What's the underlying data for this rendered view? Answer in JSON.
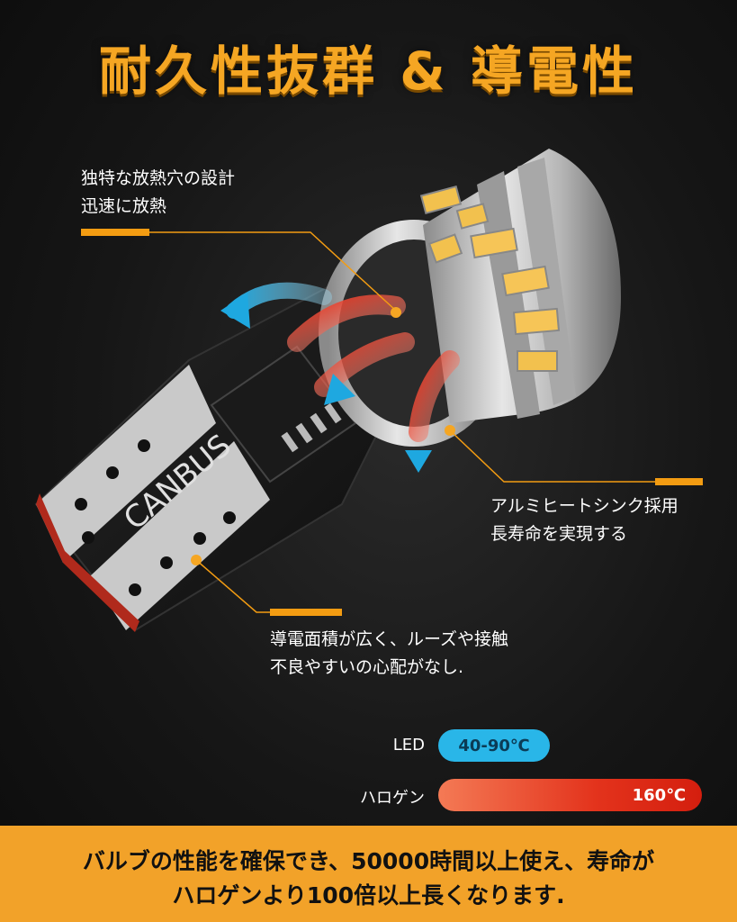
{
  "title": "耐久性抜群 & 導電性",
  "callouts": {
    "heat_holes": [
      "独特な放熱穴の設計",
      "迅速に放熱"
    ],
    "heatsink": [
      "アルミヒートシンク採用",
      "長寿命を実現する"
    ],
    "conductive": [
      "導電面積が広く、ルーズや接触",
      "不良やすいの心配がなし."
    ]
  },
  "board_label": "CANBUS",
  "legend": {
    "led_label": "LED",
    "led_value": "40-90℃",
    "halogen_label": "ハロゲン",
    "halogen_value": "160℃"
  },
  "footer": {
    "line1": "バルブの性能を確保でき、50000時間以上使え、寿命が",
    "line2": "ハロゲンより100倍以上長くなります."
  },
  "colors": {
    "accent": "#f5a623",
    "led": "#29b6e8",
    "halogen": "#e3331c",
    "footer_bg": "#f2a229"
  }
}
